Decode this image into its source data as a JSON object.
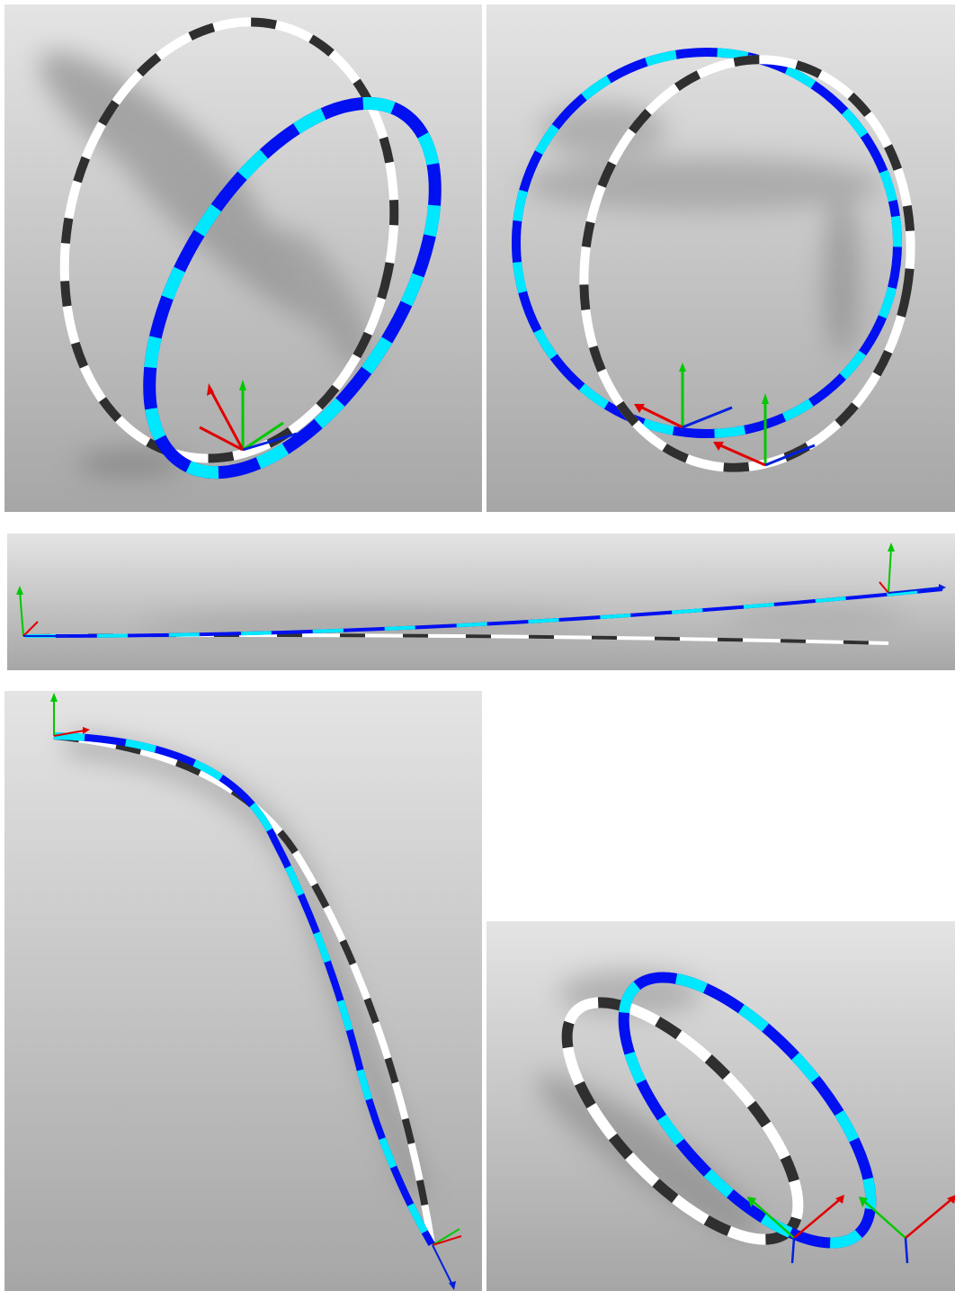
{
  "colors": {
    "bg_top": "#e4e4e4",
    "bg_bottom": "#a6a6a6",
    "shadow": "#6a6a6a",
    "white_ribbon_a": "#ffffff",
    "white_ribbon_b": "#2f2f2f",
    "blue_ribbon_a": "#0010f0",
    "blue_ribbon_b": "#00e8ff",
    "axis_x": "#e00000",
    "axis_y": "#00c800",
    "axis_z": "#0020e0"
  },
  "panels": [
    {
      "id": "panel-top-left",
      "view": "perspective-oblique"
    },
    {
      "id": "panel-top-right",
      "view": "front"
    },
    {
      "id": "panel-middle-wide",
      "view": "edge-on"
    },
    {
      "id": "panel-bottom-left",
      "view": "top-down"
    },
    {
      "id": "panel-bottom-right",
      "view": "side-oblique"
    }
  ]
}
